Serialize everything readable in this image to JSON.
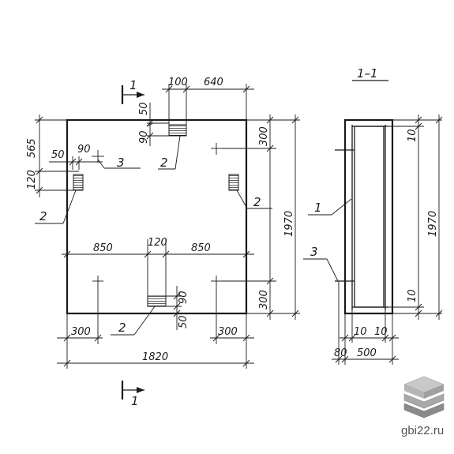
{
  "section_title": "1–1",
  "section_mark": "1",
  "watermark": "gbi22.ru",
  "colors": {
    "ink": "#1a1a1a",
    "watermark": "#555555",
    "logo_top": "#c9c9c9",
    "logo_mid": "#a8a8a8",
    "logo_bot": "#8a8a8a"
  },
  "dims": {
    "top_100": "100",
    "top_640": "640",
    "top_50": "50",
    "top_90": "90",
    "left_565": "565",
    "left_50": "50",
    "left_90": "90",
    "left_120": "120",
    "right_300_top": "300",
    "right_300_bot": "300",
    "right_1970": "1970",
    "mid_850_left": "850",
    "mid_120": "120",
    "mid_850_right": "850",
    "bot_90": "90",
    "bot_50": "50",
    "bot_300_left": "300",
    "bot_300_right": "300",
    "bot_1820": "1820",
    "sec_10_top": "10",
    "sec_10_bot": "10",
    "sec_1970": "1970",
    "sec_10_left": "10",
    "sec_10_right": "10",
    "sec_80": "80",
    "sec_500": "500"
  },
  "callouts": {
    "c2_top": "2",
    "c3": "3",
    "c2_left": "2",
    "c2_right": "2",
    "c2_bottom": "2",
    "c1_section": "1",
    "c3_section": "3"
  }
}
